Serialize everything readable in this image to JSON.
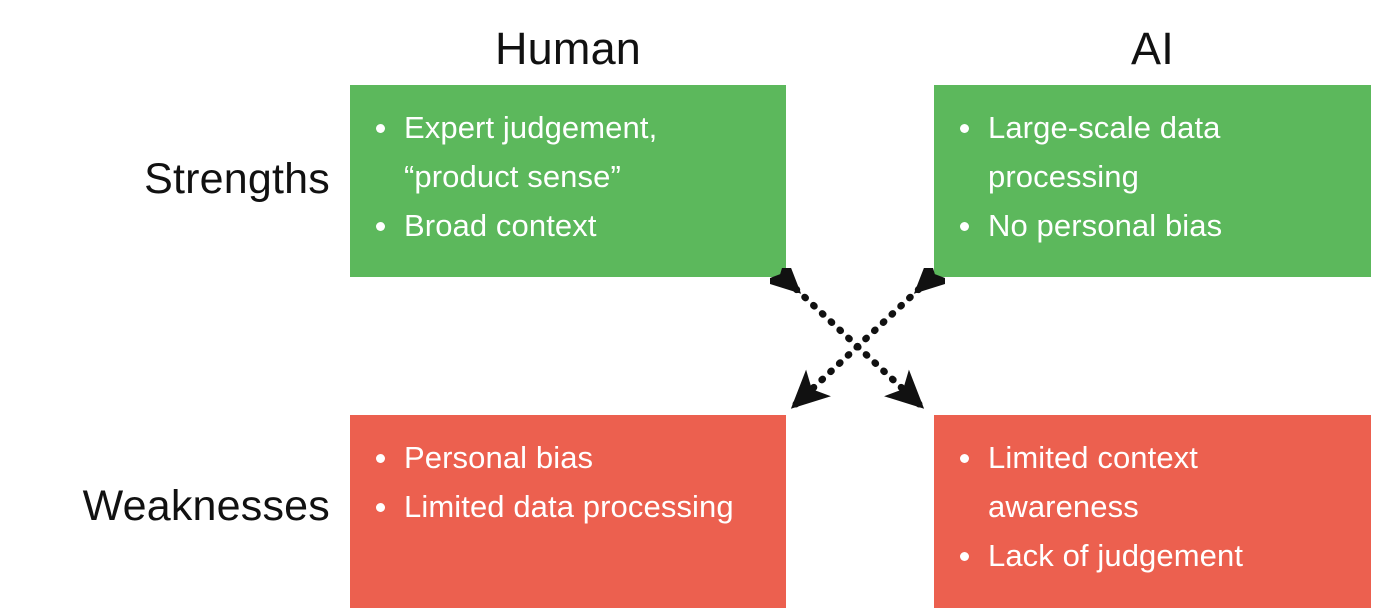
{
  "matrix": {
    "columns": [
      {
        "key": "human",
        "label": "Human"
      },
      {
        "key": "ai",
        "label": "AI"
      }
    ],
    "rows": [
      {
        "key": "strengths",
        "label": "Strengths"
      },
      {
        "key": "weaknesses",
        "label": "Weaknesses"
      }
    ],
    "colors": {
      "strengths_fill": "#5cb85c",
      "weaknesses_fill": "#ec604f",
      "text_on_fill": "#ffffff",
      "heading_text": "#111111",
      "background": "#ffffff",
      "arrow": "#111111"
    },
    "cells": {
      "human_strengths": {
        "bullets": [
          "Expert judgement, “product sense”",
          "Broad context"
        ]
      },
      "ai_strengths": {
        "bullets": [
          "Large-scale data processing",
          "No personal bias"
        ]
      },
      "human_weaknesses": {
        "bullets": [
          "Personal bias",
          "Limited data processing"
        ]
      },
      "ai_weaknesses": {
        "bullets": [
          "Limited context awareness",
          "Lack of judgement"
        ]
      }
    },
    "connector": {
      "name": "crossing-double-arrows",
      "style": "dotted",
      "arrowheads": "both-ends",
      "count": 2
    }
  }
}
